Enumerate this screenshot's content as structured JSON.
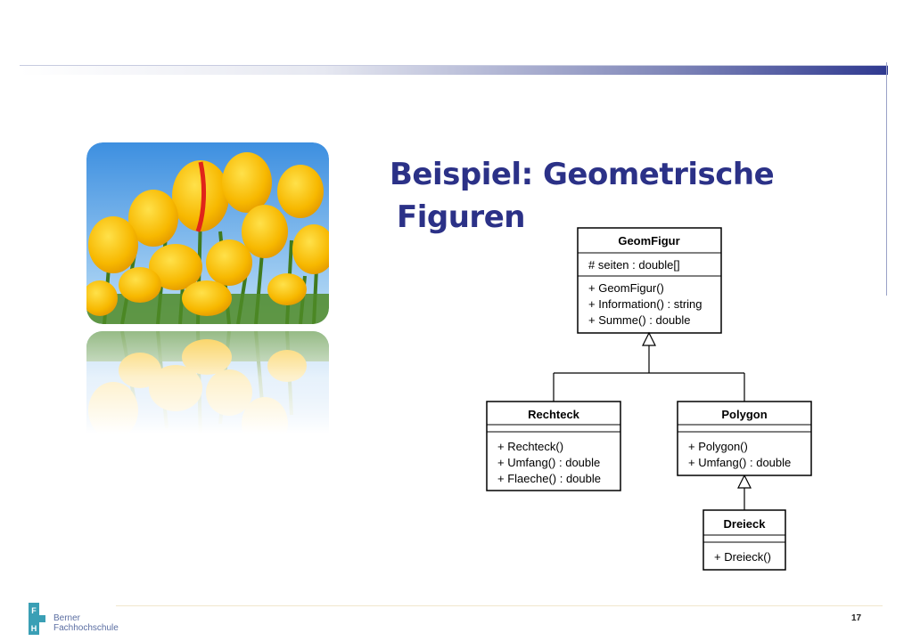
{
  "slide": {
    "title_line1": "Beispiel: Geometrische",
    "title_line2": "Figuren",
    "page_number": "17"
  },
  "logo": {
    "letter_top": "F",
    "letter_bottom": "H",
    "name_line1": "Berner",
    "name_line2": "Fachhochschule"
  },
  "uml": {
    "geomfigur": {
      "name": "GeomFigur",
      "attributes": [
        "# seiten : double[]"
      ],
      "methods": [
        "+ GeomFigur()",
        "+ Information() : string",
        "+ Summe() : double"
      ]
    },
    "rechteck": {
      "name": "Rechteck",
      "methods": [
        "+ Rechteck()",
        "+ Umfang() : double",
        "+ Flaeche() : double"
      ]
    },
    "polygon": {
      "name": "Polygon",
      "methods": [
        "+ Polygon()",
        "+ Umfang() : double"
      ]
    },
    "dreieck": {
      "name": "Dreieck",
      "methods": [
        "+ Dreieck()"
      ]
    }
  },
  "colors": {
    "title": "#2b3187",
    "rule_dark": "#2f3990",
    "logo_teal": "#3a9fb5"
  }
}
